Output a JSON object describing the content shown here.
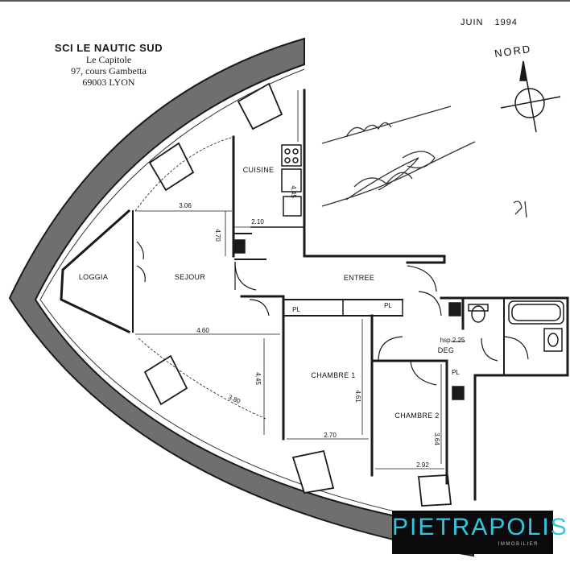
{
  "header": {
    "company": "SCI LE NAUTIC SUD",
    "building": "Le Capitole",
    "street": "97, cours Gambetta",
    "city": "69003 LYON"
  },
  "date": {
    "month": "JUIN",
    "year": "1994"
  },
  "compass": {
    "label": "NORD"
  },
  "rooms": {
    "loggia": "LOGGIA",
    "sejour": "SEJOUR",
    "cuisine": "CUISINE",
    "entree": "ENTREE",
    "chambre1": "CHAMBRE 1",
    "chambre2": "CHAMBRE 2",
    "deg": "DEG",
    "pl1": "PL",
    "pl2": "PL",
    "pl3": "PL"
  },
  "dimensions": {
    "sejour_width": "3.06",
    "sejour_depth": "4.70",
    "cuisine_width": "2.10",
    "cuisine_depth": "4.45",
    "sejour_lower_width": "4.60",
    "sejour_lower_depth": "4.45",
    "curve_length": "3.80",
    "chambre1_width": "2.70",
    "chambre1_depth": "4.61",
    "chambre2_width": "2.92",
    "chambre2_depth": "3.64",
    "ceiling_height": "hsp 2.25"
  },
  "logo": {
    "brand": "PIETRAPOLIS",
    "sub": "IMMOBILIER"
  },
  "colors": {
    "wall": "#1a1a1a",
    "balcony_fill": "#6f6f6f",
    "logo_bg": "#0b0b0d",
    "logo_text": "#35c6df"
  }
}
